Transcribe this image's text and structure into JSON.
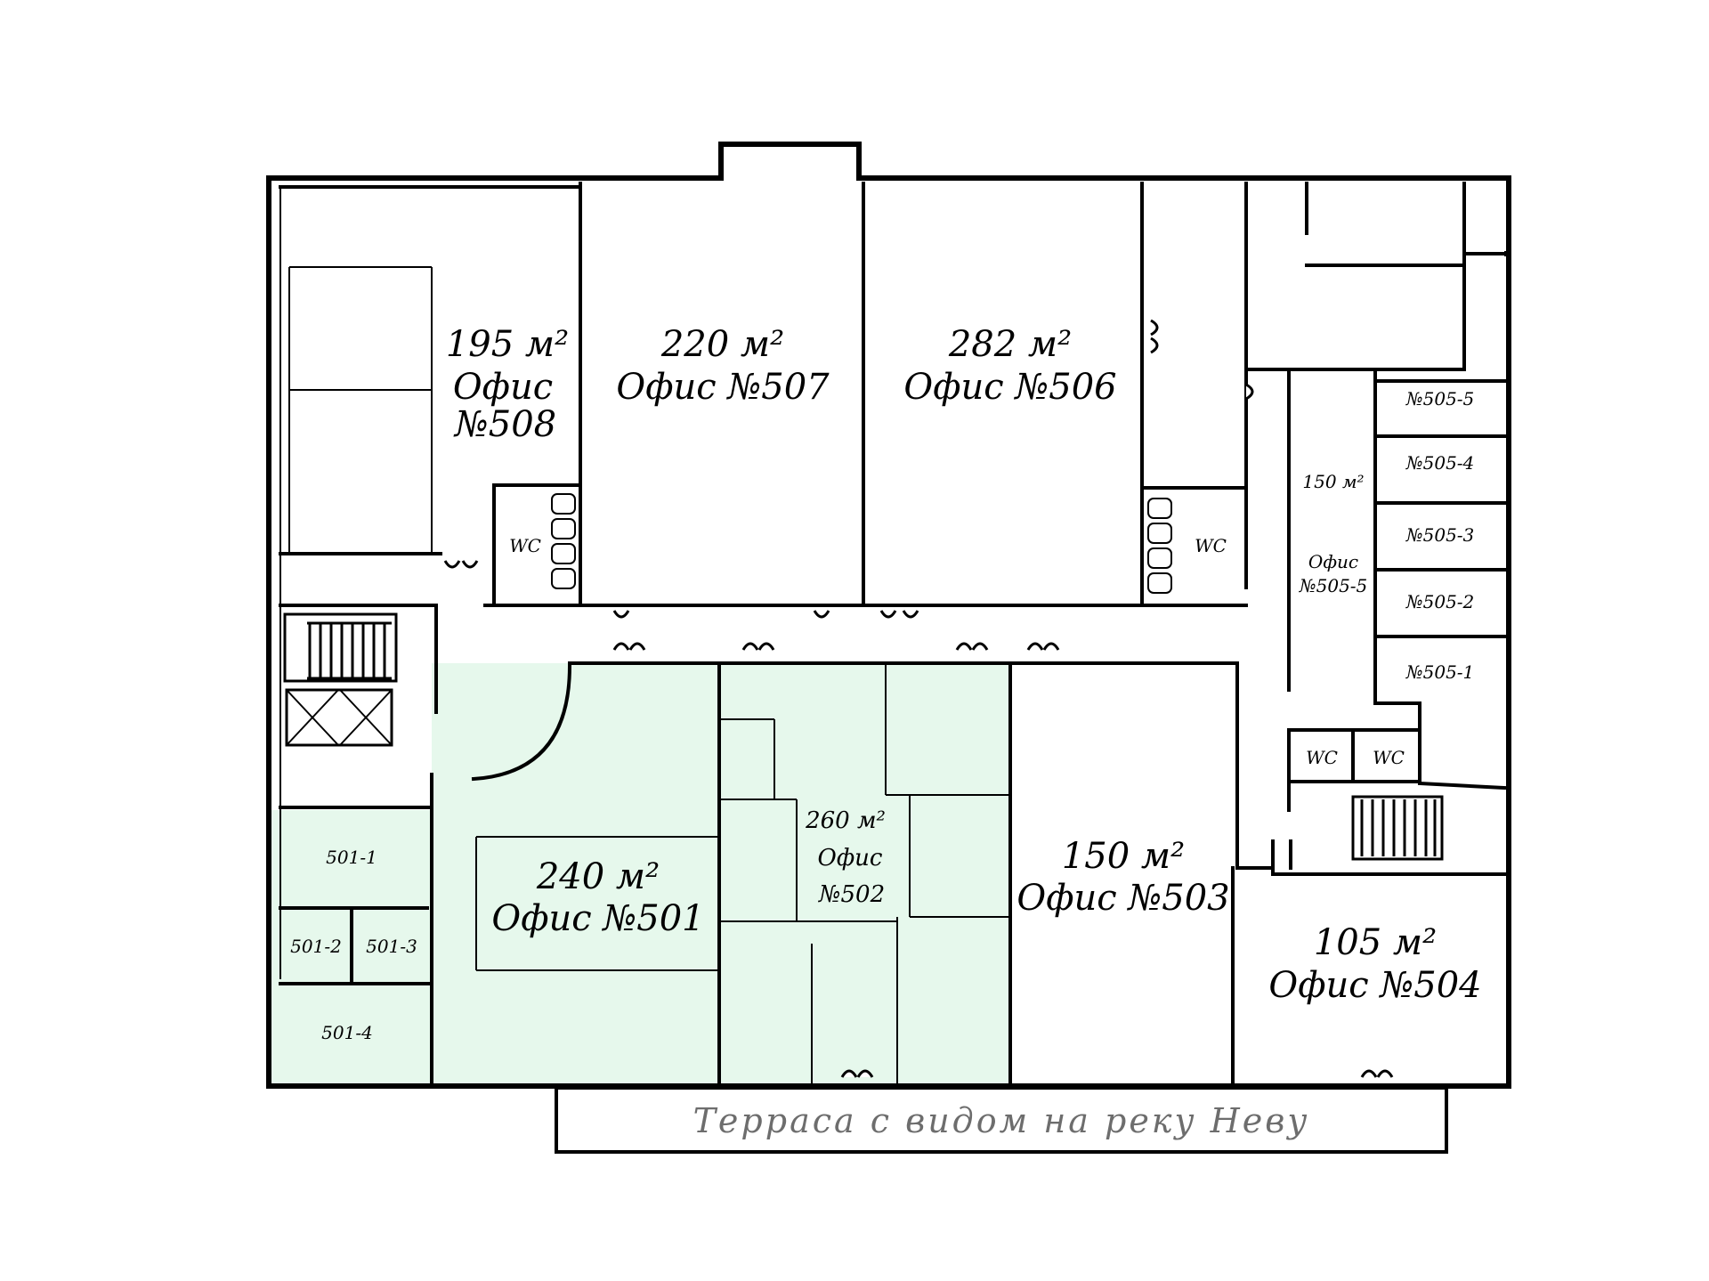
{
  "rooms": {
    "o508": {
      "area": "195 м²",
      "name": "Офис",
      "num": "№508"
    },
    "o507": {
      "area": "220 м²",
      "name": "Офис №507"
    },
    "o506": {
      "area": "282 м²",
      "name": "Офис №506"
    },
    "o505_5": {
      "area": "150 м²",
      "name": "Офис",
      "num": "№505-5"
    },
    "r505_5": "№505-5",
    "r505_4": "№505-4",
    "r505_3": "№505-3",
    "r505_2": "№505-2",
    "r505_1": "№505-1",
    "o502": {
      "area": "260 м²",
      "name": "Офис",
      "num": "№502"
    },
    "o501": {
      "area": "240 м²",
      "name": "Офис №501"
    },
    "o503": {
      "area": "150 м²",
      "name": "Офис №503"
    },
    "o504": {
      "area": "105 м²",
      "name": "Офис №504"
    },
    "r501_1": "501-1",
    "r501_2": "501-2",
    "r501_3": "501-3",
    "r501_4": "501-4"
  },
  "wc": {
    "a": "WC",
    "b": "WC",
    "c": "WC",
    "d": "WC"
  },
  "terrace": "Терраса с видом на реку Неву",
  "colors": {
    "leased_fill": "#e6f8ec",
    "terrace_text": "#6d6d6d"
  }
}
